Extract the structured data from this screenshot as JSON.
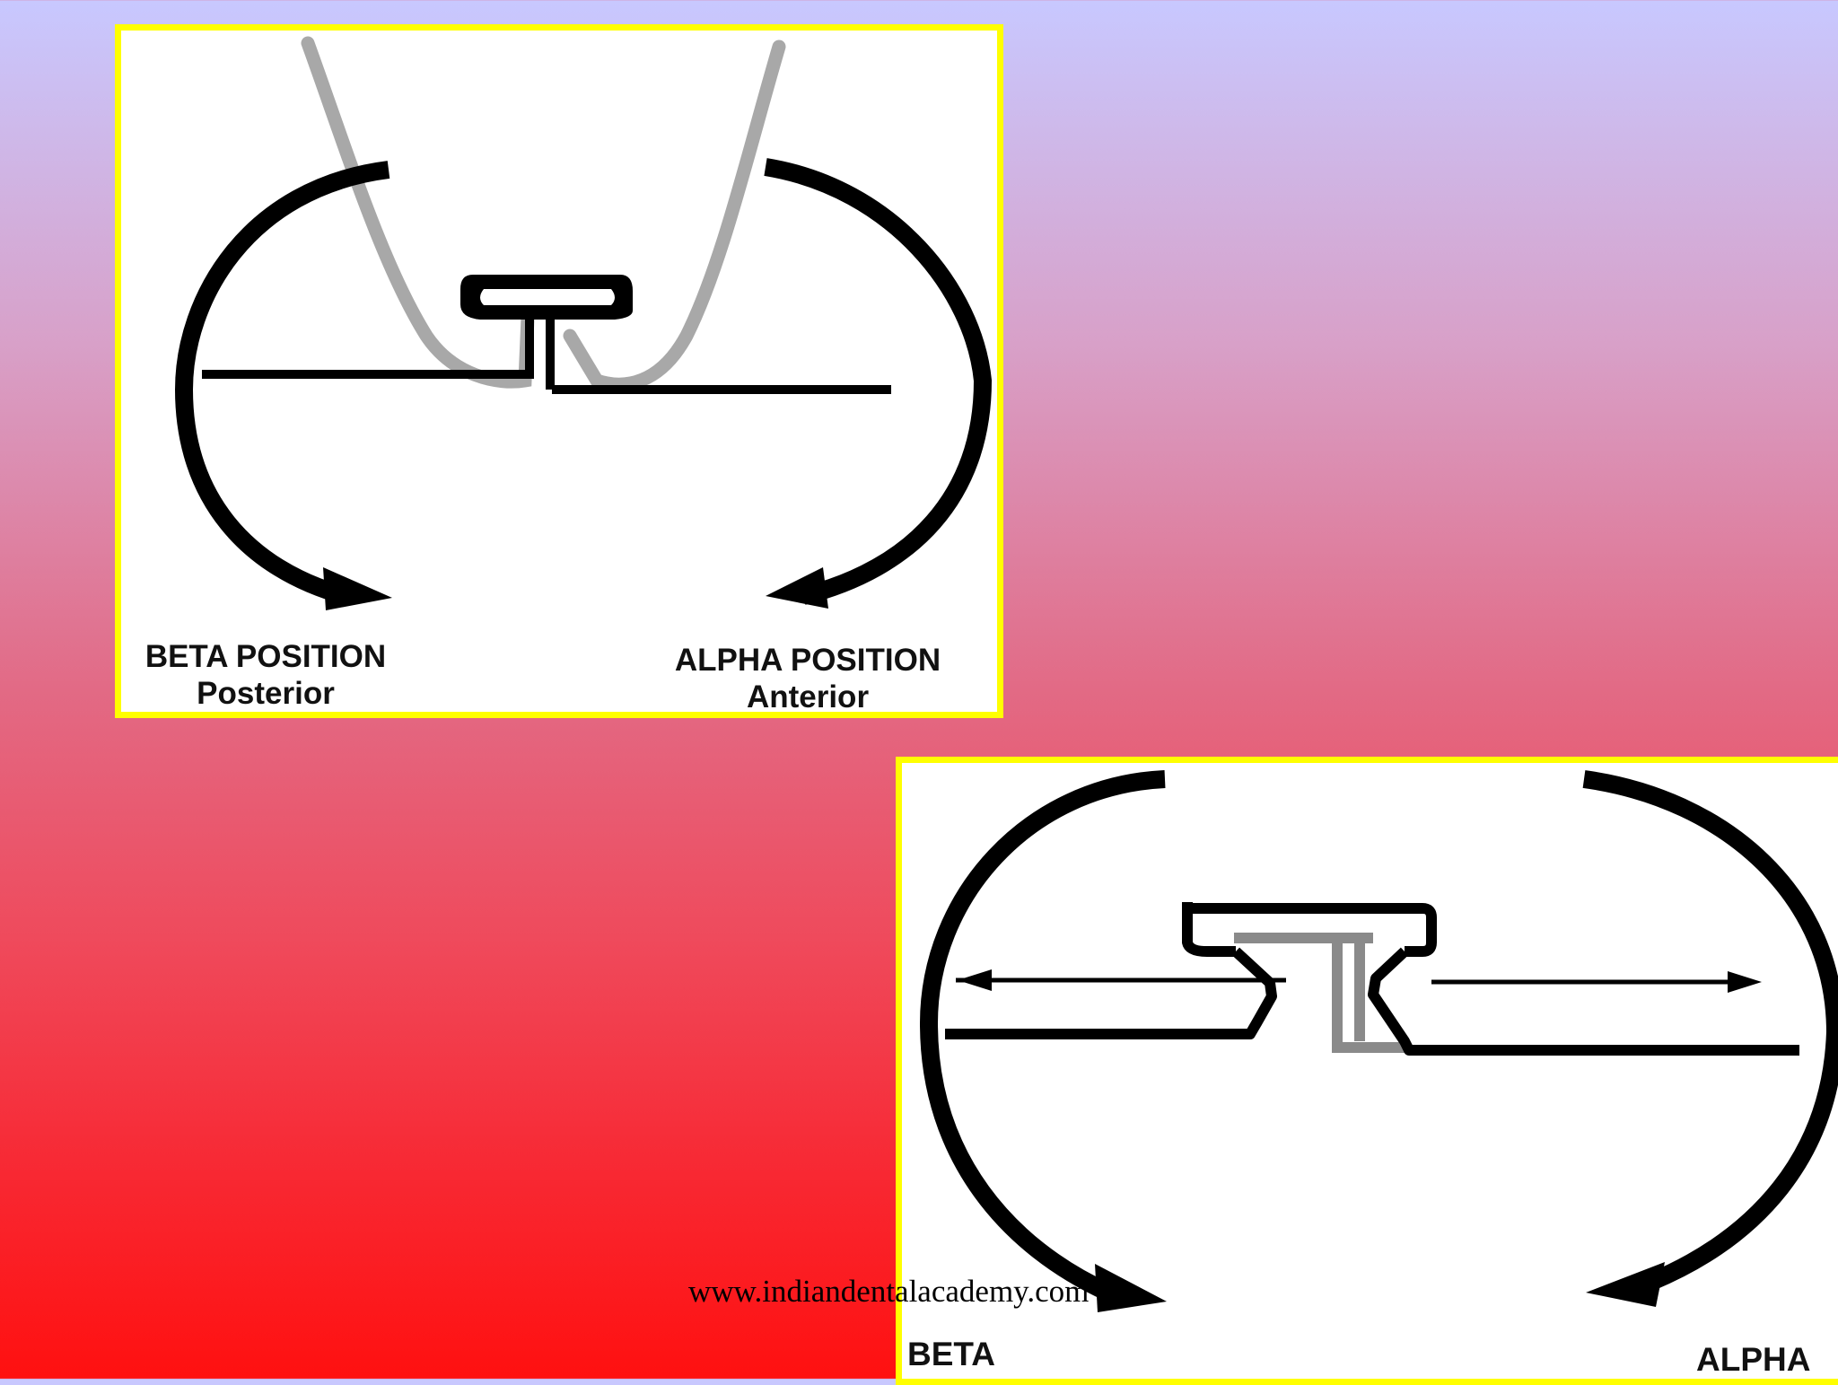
{
  "top_panel": {
    "left_label": {
      "line1": "BETA POSITION",
      "line2": "Posterior"
    },
    "right_label": {
      "line1": "ALPHA POSITION",
      "line2": "Anterior"
    }
  },
  "bottom_panel": {
    "left_label": "BETA",
    "right_label": "ALPHA"
  },
  "watermark": "www.indiandentalacademy.com",
  "colors": {
    "frame": "#ffff00",
    "stroke": "#000000",
    "gray_outline": "#a8a8a8"
  }
}
